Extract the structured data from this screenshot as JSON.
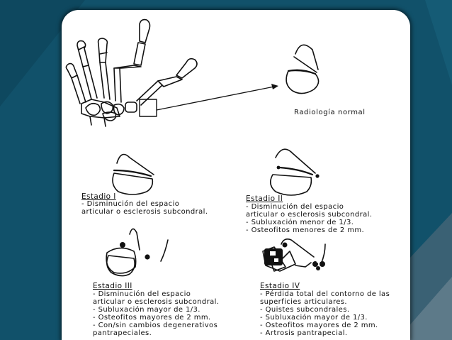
{
  "slide": {
    "normal_label": "Radiología normal",
    "stages": [
      {
        "title": "Estadio I",
        "lines": [
          "- Disminución del espacio",
          "articular o esclerosis subcondral."
        ]
      },
      {
        "title": "Estadio II",
        "lines": [
          "- Disminución del espacio",
          "articular o esclerosis subcondral.",
          "- Subluxación menor de  1/3.",
          "- Osteofitos menores de 2 mm."
        ]
      },
      {
        "title": "Estadio III",
        "lines": [
          "- Disminución del espacio",
          "articular o esclerosis subcondral.",
          "- Subluxación mayor de 1/3.",
          "- Osteofitos mayores de 2 mm.",
          "- Con/sin cambios degenerativos",
          "pantrapeciales."
        ]
      },
      {
        "title": "Estadio IV",
        "lines": [
          "- Pérdida total del contorno de las",
          "superficies   articulares.",
          "- Quistes subcondrales.",
          "- Subluxación mayor de 1/3.",
          "- Osteofitos mayores de 2 mm.",
          "- Artrosis pantrapecial."
        ]
      }
    ]
  },
  "colors": {
    "background": "#11516a",
    "panel": "#ffffff",
    "ink": "#111111"
  }
}
